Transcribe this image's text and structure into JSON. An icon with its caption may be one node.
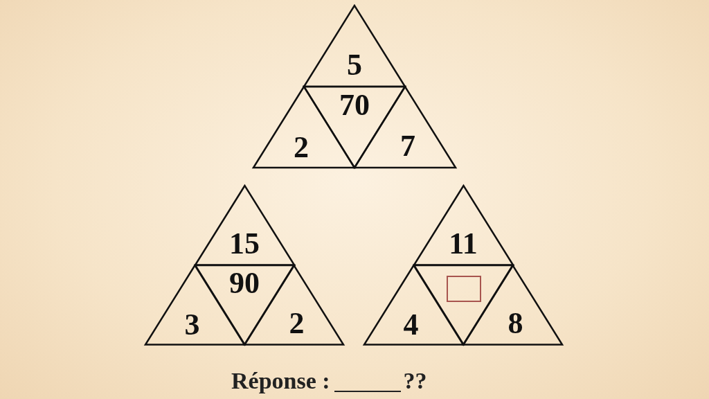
{
  "diagram": {
    "nodes": [
      {
        "text": [
          "5"
        ]
      },
      {
        "text": [
          "2"
        ]
      },
      {
        "text": [
          "70"
        ]
      },
      {
        "text": [
          "7"
        ]
      },
      {
        "text": [
          "15"
        ]
      },
      {
        "text": [
          "3"
        ]
      },
      {
        "text": [
          "90"
        ]
      },
      {
        "text": [
          "2"
        ]
      },
      {
        "text": [
          "11"
        ]
      },
      {
        "text": [
          "4"
        ]
      },
      {
        "text": [],
        "shape": "triangle"
      },
      {
        "text": [
          "8"
        ]
      },
      {
        "text": [],
        "shape": "box",
        "in": 10
      }
    ],
    "edges": [],
    "labels": [
      "Réponse :",
      "??"
    ]
  }
}
